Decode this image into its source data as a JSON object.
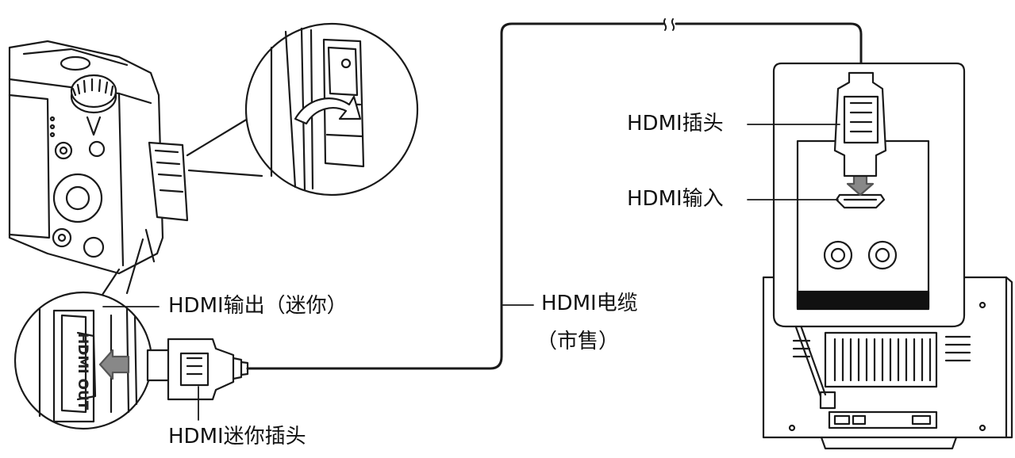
{
  "labels": {
    "hdmi_plug": "HDMI插头",
    "hdmi_input": "HDMI输入",
    "hdmi_output_mini": "HDMI输出（迷你）",
    "hdmi_cable_line1": "HDMI电缆",
    "hdmi_cable_line2": "（市售）",
    "hdmi_mini_plug": "HDMI迷你插头"
  },
  "port_text": "HDMI OUT"
}
